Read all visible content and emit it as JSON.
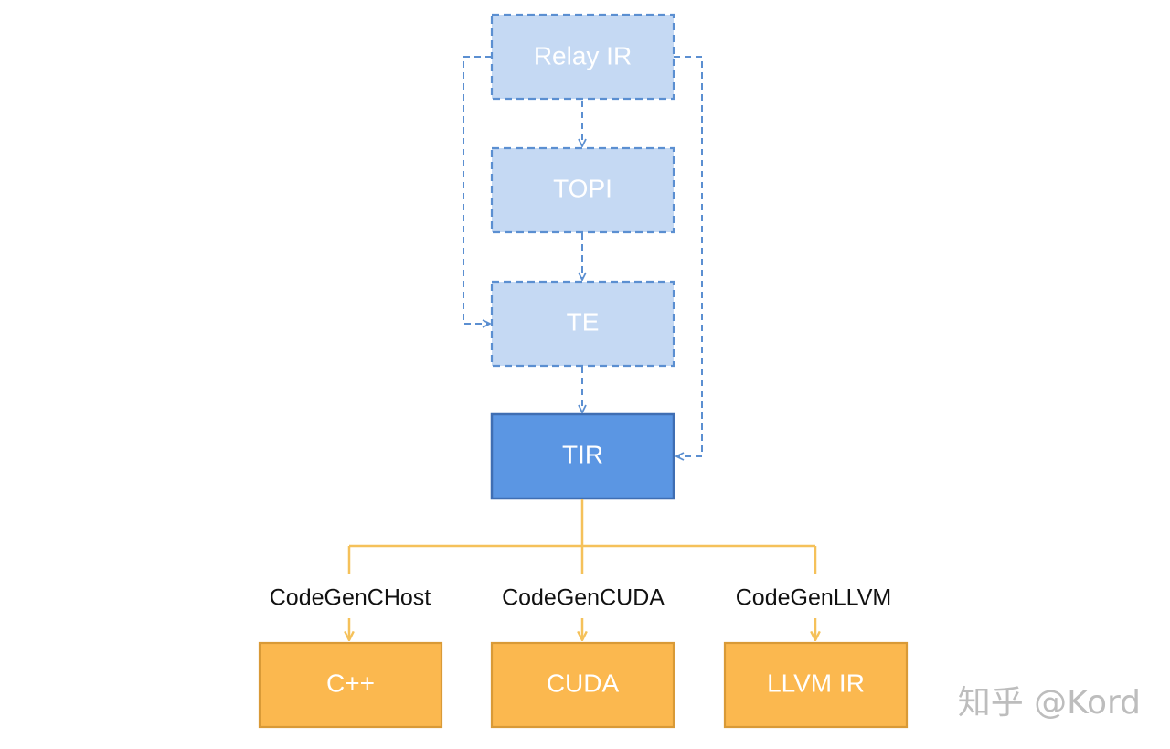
{
  "nodes": {
    "relay_ir": "Relay IR",
    "topi": "TOPI",
    "te": "TE",
    "tir": "TIR",
    "cpp": "C++",
    "cuda": "CUDA",
    "llvm_ir": "LLVM IR"
  },
  "edges": {
    "codegen_chost": "CodeGenCHost",
    "codegen_cuda": "CodeGenCUDA",
    "codegen_llvm": "CodeGenLLVM"
  },
  "watermark": "知乎 @Kord",
  "colors": {
    "dashed_fill": "#c5d9f3",
    "dashed_stroke": "#5b8fd1",
    "solid_fill": "#5b96e3",
    "solid_stroke": "#3f6eb3",
    "target_fill": "#fbb84f",
    "target_stroke": "#d99a37",
    "codegen_line": "#f5c15a"
  }
}
